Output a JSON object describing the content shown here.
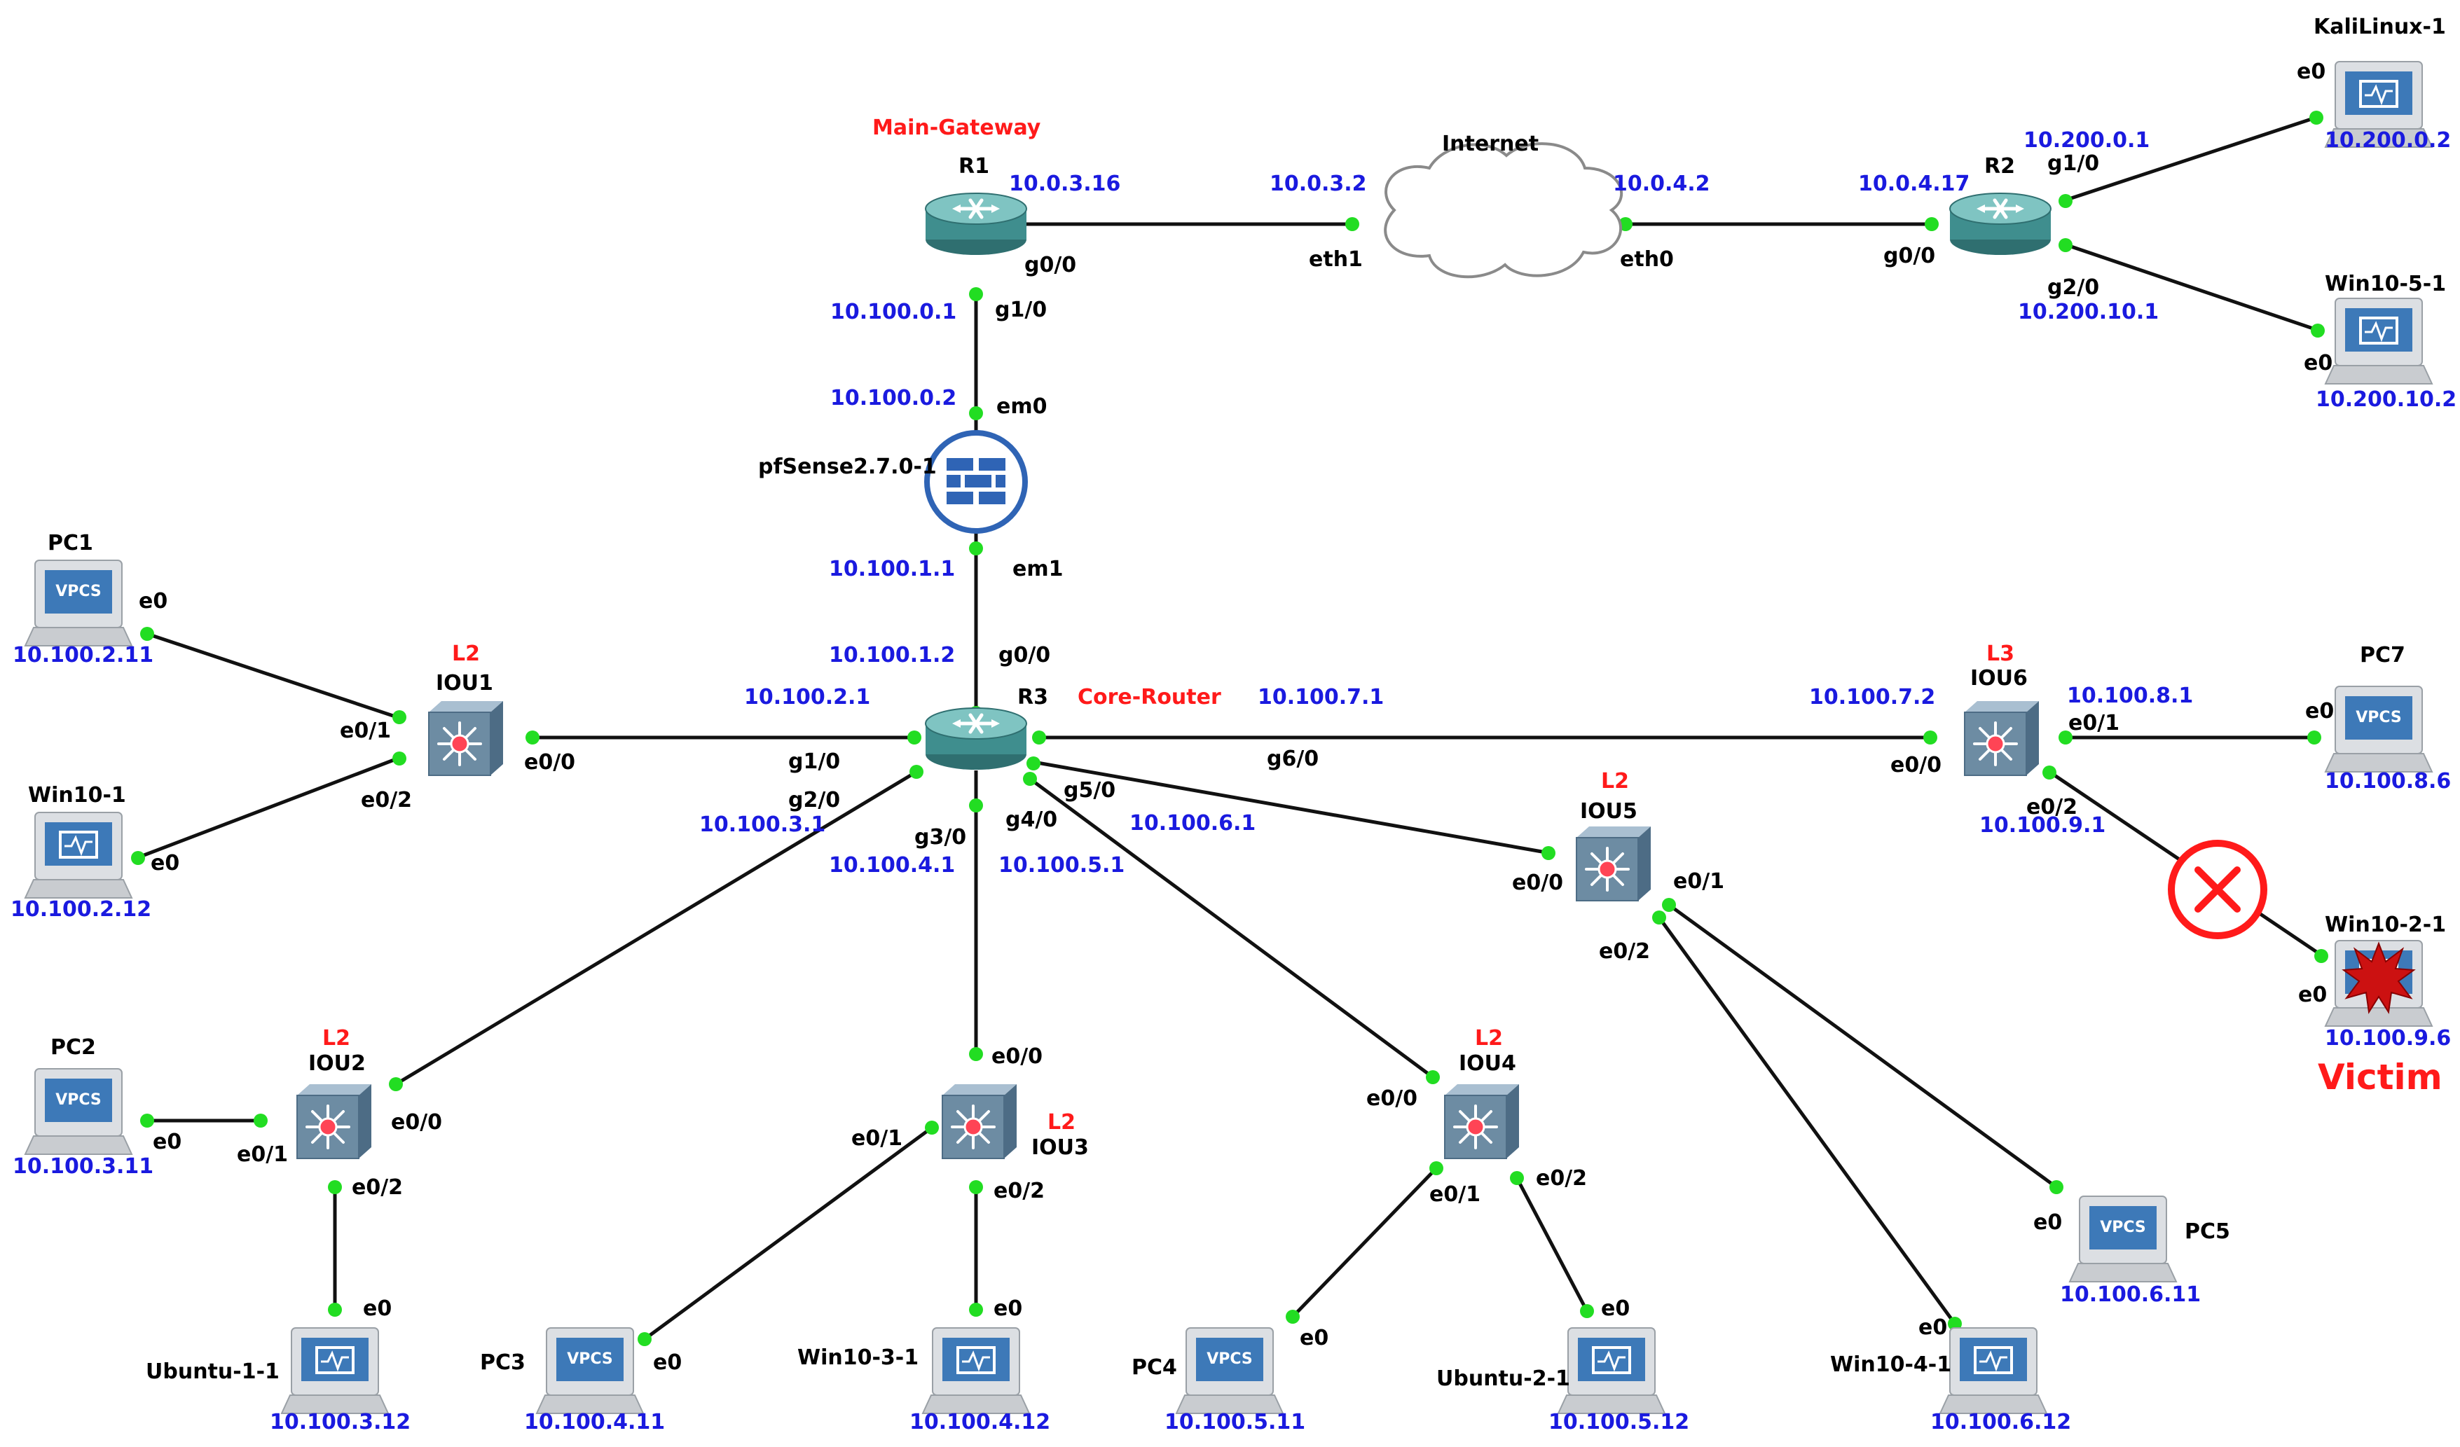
{
  "nodes": {
    "r1": {
      "name": "R1",
      "role": "Main-Gateway",
      "ip_wan": "10.0.3.16",
      "ip_lan": "10.100.0.1",
      "port_wan": "g0/0",
      "port_lan": "g1/0"
    },
    "internet": {
      "name": "Internet",
      "ip_left": "10.0.3.2",
      "ip_right": "10.0.4.2",
      "port_left": "eth1",
      "port_right": "eth0"
    },
    "r2": {
      "name": "R2",
      "ip_wan": "10.0.4.17",
      "port_wan": "g0/0",
      "ip_g1": "10.200.0.1",
      "port_g1": "g1/0",
      "port_g2": "g2/0",
      "ip_g2": "10.200.10.1"
    },
    "kali": {
      "name": "KaliLinux-1",
      "port": "e0",
      "ip": "10.200.0.2"
    },
    "win5": {
      "name": "Win10-5-1",
      "port": "e0",
      "ip": "10.200.10.2"
    },
    "pfsense": {
      "name": "pfSense2.7.0-1",
      "ip_wan": "10.100.0.2",
      "port_wan": "em0",
      "ip_lan": "10.100.1.1",
      "port_lan": "em1"
    },
    "r3": {
      "name": "R3",
      "role": "Core-Router",
      "ip_g0": "10.100.1.2",
      "port_g0": "g0/0",
      "ip_g1": "10.100.2.1",
      "port_g1": "g1/0",
      "port_g2": "g2/0",
      "ip_g2": "10.100.3.1",
      "port_g3": "g3/0",
      "ip_g3": "10.100.4.1",
      "port_g4": "g4/0",
      "ip_g4": "10.100.5.1",
      "port_g5": "g5/0",
      "ip_g5": "10.100.6.1",
      "port_g6": "g6/0",
      "ip_g6": "10.100.7.1"
    },
    "iou1": {
      "name": "IOU1",
      "layer": "L2",
      "port_up": "e0/0",
      "port_a": "e0/1",
      "port_b": "e0/2"
    },
    "pc1": {
      "name": "PC1",
      "port": "e0",
      "ip": "10.100.2.11",
      "icon": "VPCS"
    },
    "win1": {
      "name": "Win10-1",
      "port": "e0",
      "ip": "10.100.2.12"
    },
    "iou2": {
      "name": "IOU2",
      "layer": "L2",
      "port_up": "e0/0",
      "port_a": "e0/1",
      "port_b": "e0/2"
    },
    "pc2": {
      "name": "PC2",
      "port": "e0",
      "ip": "10.100.3.11",
      "icon": "VPCS"
    },
    "ubuntu1": {
      "name": "Ubuntu-1-1",
      "port": "e0",
      "ip": "10.100.3.12"
    },
    "iou3": {
      "name": "IOU3",
      "layer": "L2",
      "port_up": "e0/0",
      "port_a": "e0/1",
      "port_b": "e0/2"
    },
    "pc3": {
      "name": "PC3",
      "port": "e0",
      "ip": "10.100.4.11",
      "icon": "VPCS"
    },
    "win3": {
      "name": "Win10-3-1",
      "port": "e0",
      "ip": "10.100.4.12"
    },
    "iou4": {
      "name": "IOU4",
      "layer": "L2",
      "port_up": "e0/0",
      "port_a": "e0/1",
      "port_b": "e0/2"
    },
    "pc4": {
      "name": "PC4",
      "port": "e0",
      "ip": "10.100.5.11",
      "icon": "VPCS"
    },
    "ubuntu2": {
      "name": "Ubuntu-2-1",
      "port": "e0",
      "ip": "10.100.5.12"
    },
    "iou5": {
      "name": "IOU5",
      "layer": "L2",
      "port_up": "e0/0",
      "port_a": "e0/1",
      "port_b": "e0/2"
    },
    "pc5": {
      "name": "PC5",
      "port": "e0",
      "ip": "10.100.6.11",
      "icon": "VPCS"
    },
    "win4": {
      "name": "Win10-4-1",
      "port": "e0",
      "ip": "10.100.6.12"
    },
    "iou6": {
      "name": "IOU6",
      "layer": "L3",
      "ip_up": "10.100.7.2",
      "port_up": "e0/0",
      "ip_a": "10.100.8.1",
      "port_a": "e0/1",
      "port_b": "e0/2",
      "ip_b": "10.100.9.1"
    },
    "pc7": {
      "name": "PC7",
      "port": "e0",
      "ip": "10.100.8.6",
      "icon": "VPCS"
    },
    "win2": {
      "name": "Win10-2-1",
      "port": "e0",
      "ip": "10.100.9.6",
      "tag": "Victim"
    }
  },
  "colors": {
    "ip": "#1a1adf",
    "accent": "#ff1a1a",
    "link": "#111111",
    "port_dot": "#22dd22",
    "router": "#3f8e8e",
    "switch": "#6d8ca3",
    "firewall": "#2f64b5"
  },
  "icons": {
    "router": "router-icon",
    "switch": "switch-icon",
    "firewall": "firewall-icon",
    "cloud": "cloud-icon",
    "vpcs": "vpcs-icon",
    "workstation": "workstation-icon",
    "attack": "attack-burst-icon",
    "blocked": "blocked-link-icon"
  }
}
